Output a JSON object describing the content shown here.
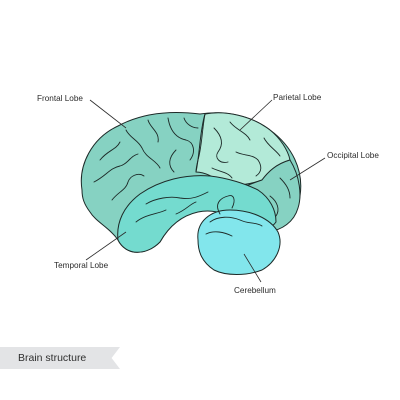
{
  "labels": {
    "frontal": "Frontal Lobe",
    "parietal": "Parietal Lobe",
    "occipital": "Occipital Lobe",
    "temporal": "Temporal Lobe",
    "cerebellum": "Cerebellum"
  },
  "footer": {
    "caption": "Brain structure"
  },
  "colors": {
    "frontal": "#86d2c2",
    "parietal": "#b3ead8",
    "occipital": "#86d2c2",
    "temporal": "#74dbcf",
    "cerebellum": "#82e6ec",
    "outline": "#1d2a28",
    "tag_bg": "#e3e4e6"
  }
}
